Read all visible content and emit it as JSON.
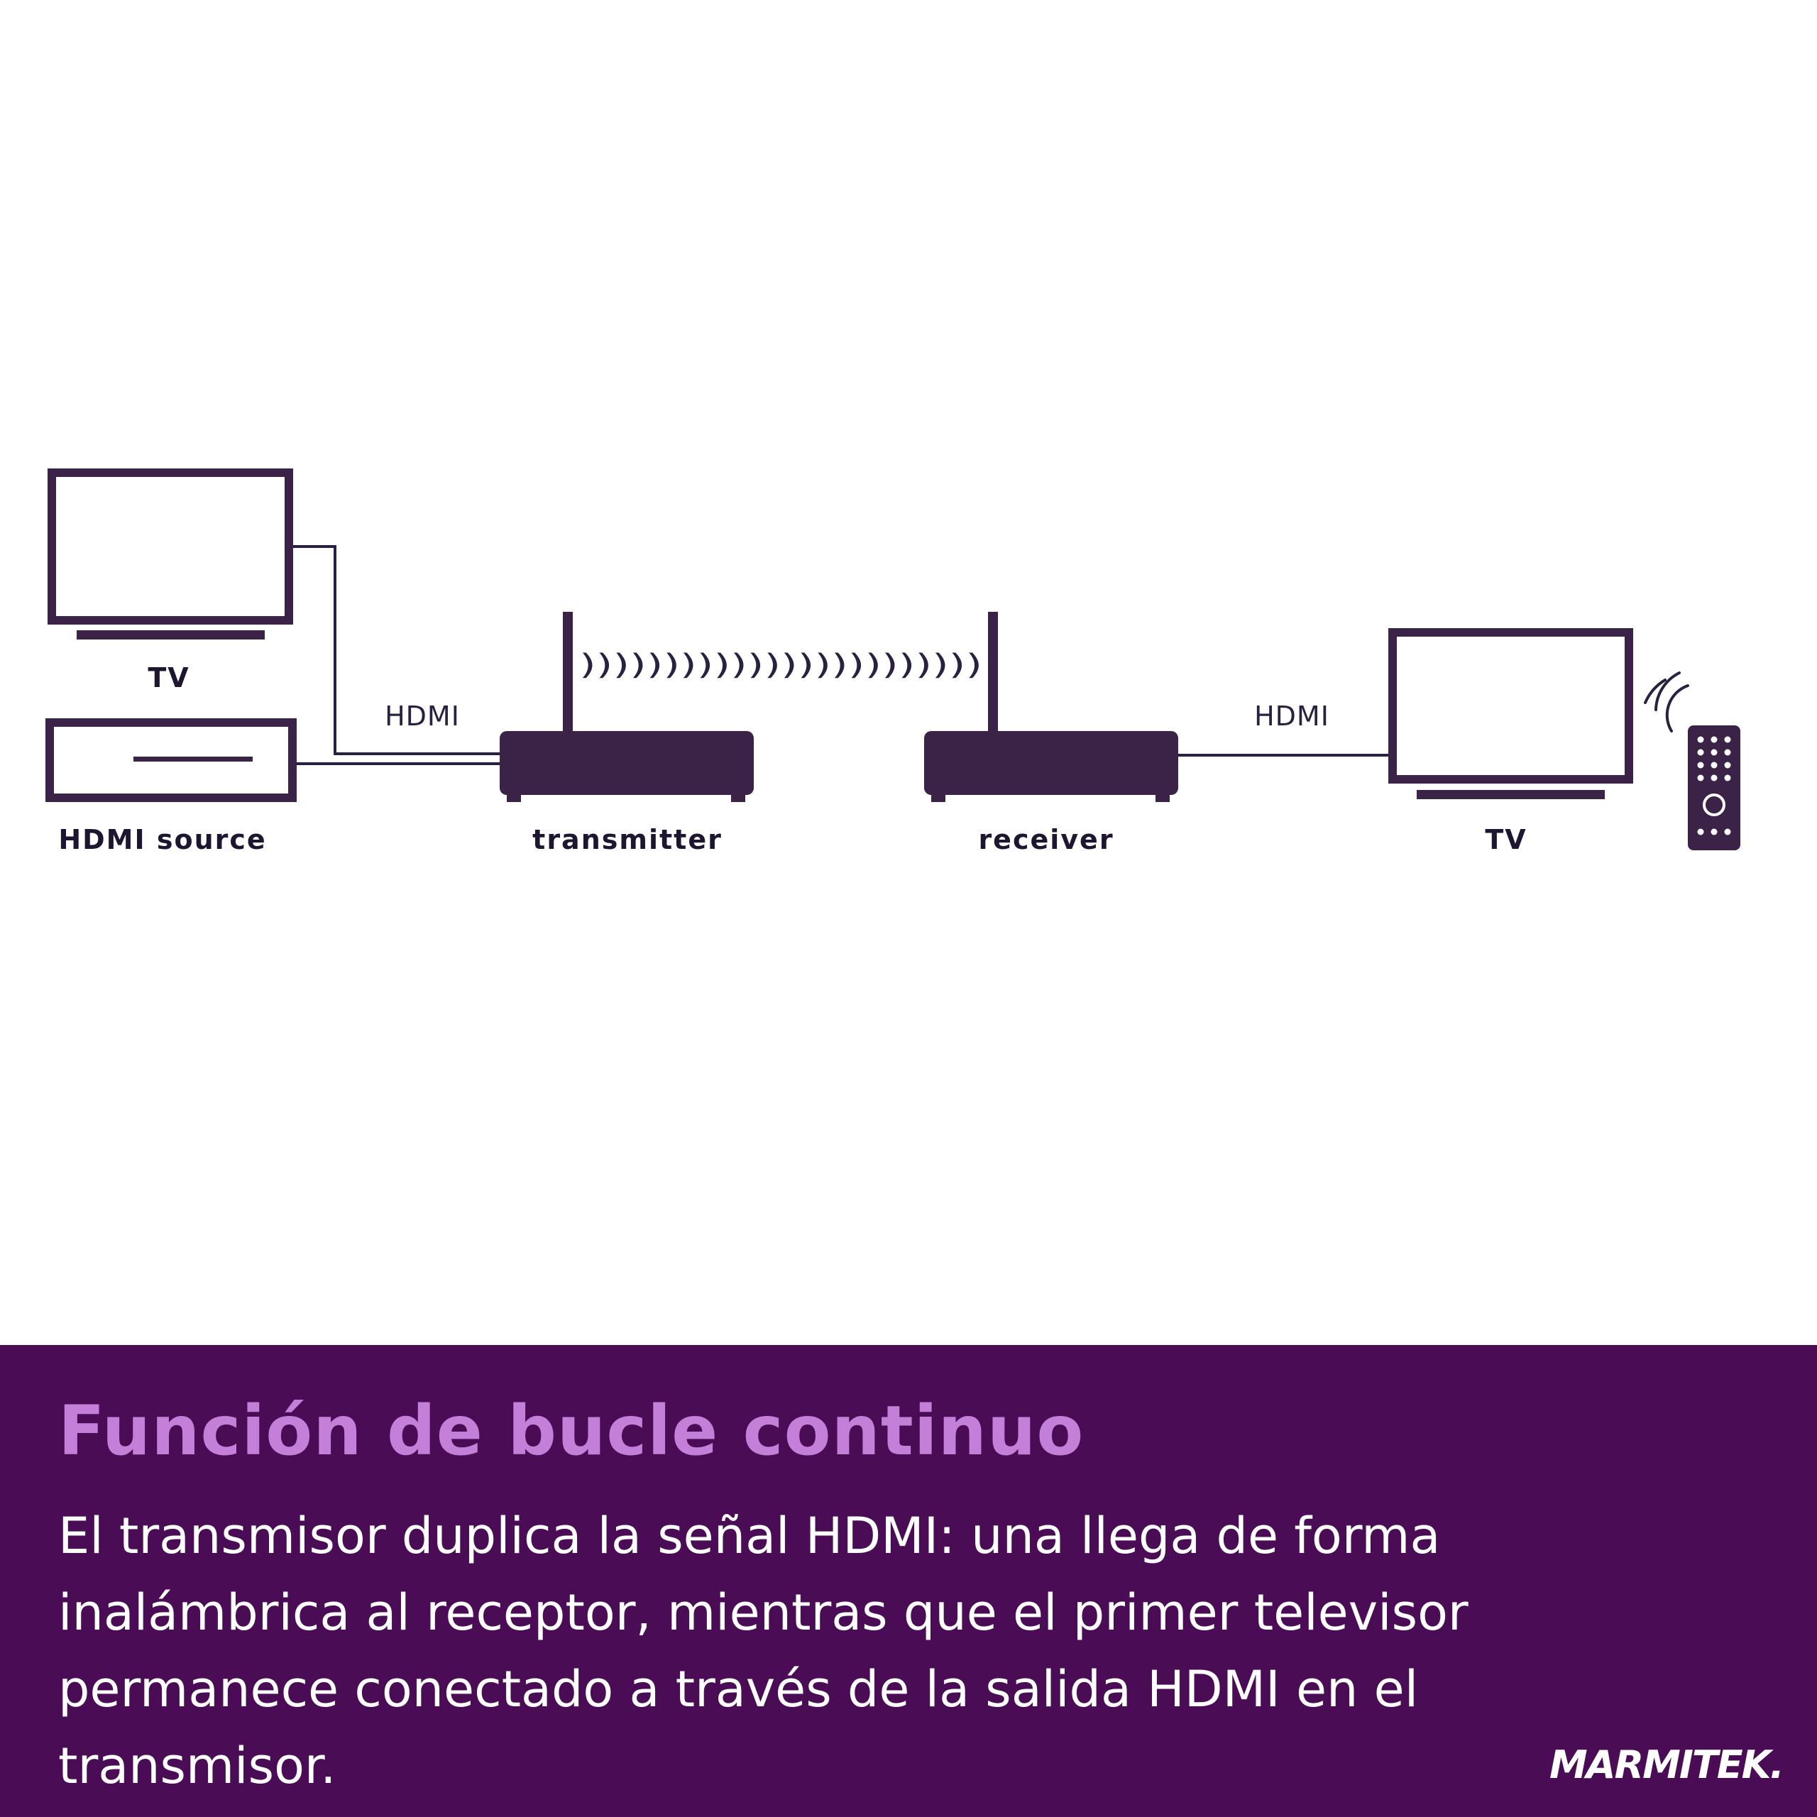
{
  "diagram": {
    "labels": {
      "tv_left": "TV",
      "hdmi_source": "HDMI source",
      "transmitter": "transmitter",
      "receiver": "receiver",
      "tv_right": "TV",
      "hdmi_left": "HDMI",
      "hdmi_right": "HDMI"
    },
    "wave_glyphs": "))))))))))))))))))))))))"
  },
  "banner": {
    "title": "Función de bucle continuo",
    "body": "El transmisor duplica la señal HDMI: una llega de forma inalámbrica al receptor, mientras que el primer televisor permanece conectado a través de la salida HDMI en el transmisor.",
    "brand": "MARMITEK."
  },
  "colors": {
    "device_purple": "#3a2347",
    "banner_bg": "#4a0d55",
    "title_accent": "#c47fd8",
    "text_white": "#ffffff"
  },
  "icons": [
    "tv-icon",
    "hdmi-source-icon",
    "transmitter-icon",
    "receiver-icon",
    "tv-icon",
    "remote-control-icon",
    "signal-waves-icon"
  ]
}
